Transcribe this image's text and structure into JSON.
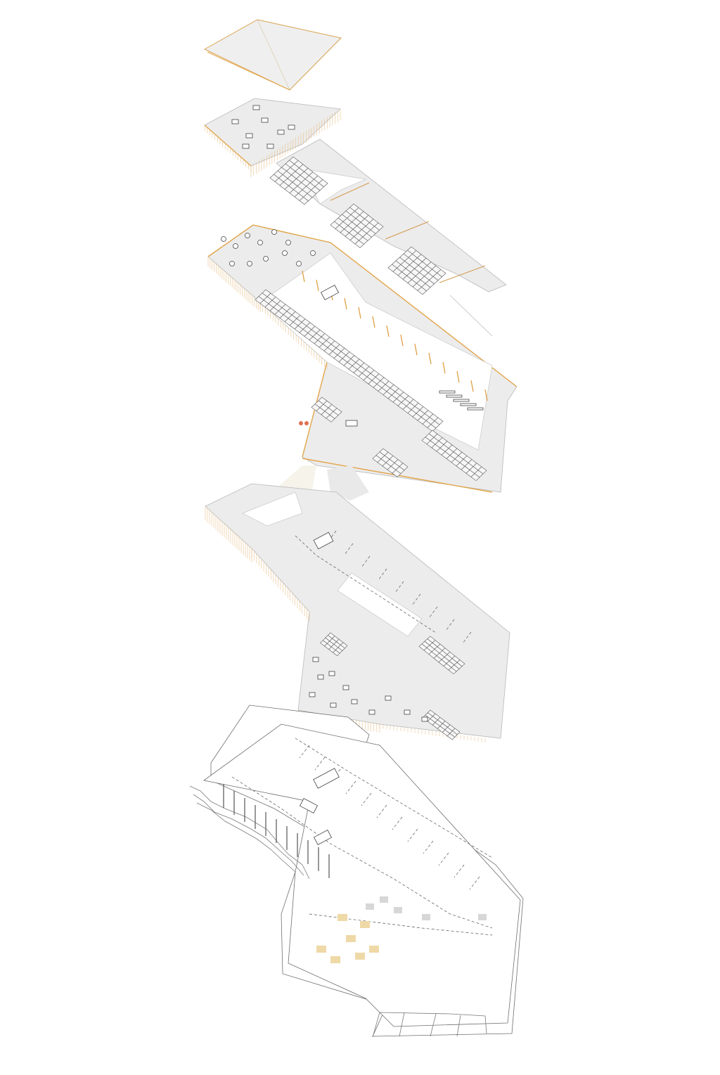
{
  "diagram": {
    "layers": [
      {
        "id": "roof"
      },
      {
        "id": "upper-office-floor"
      },
      {
        "id": "solar-pv-roof"
      },
      {
        "id": "main-floor"
      },
      {
        "id": "intermediate-parking-floor"
      },
      {
        "id": "ground-level-site"
      }
    ]
  },
  "colors": {
    "background": "#ffffff",
    "slab": "#ececec",
    "accent": "#e2a54a",
    "linework": "#555555"
  }
}
